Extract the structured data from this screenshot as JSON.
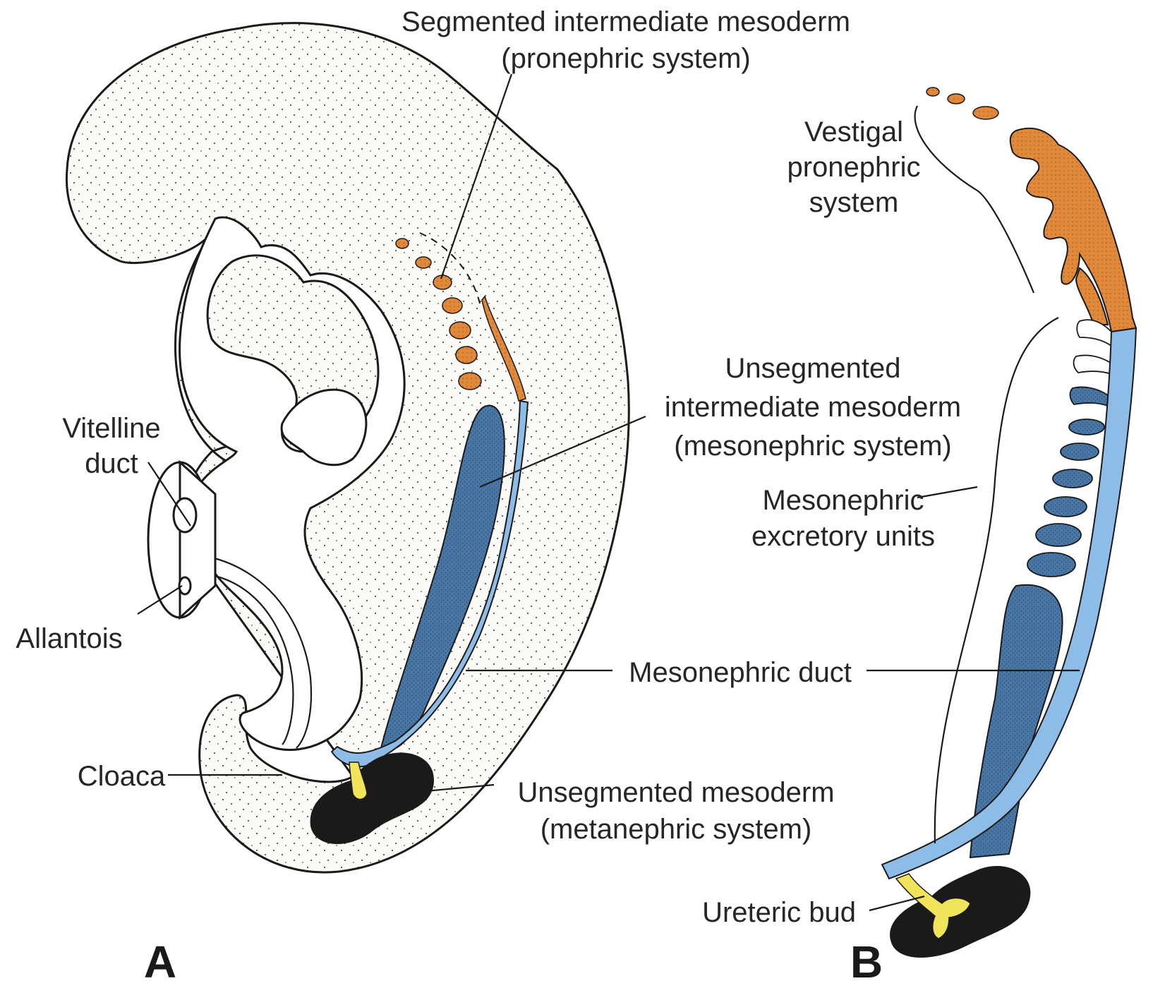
{
  "labels": {
    "segmented_line1": "Segmented intermediate mesoderm",
    "segmented_line2": "(pronephric system)",
    "vestigal_line1": "Vestigal",
    "vestigal_line2": "pronephric",
    "vestigal_line3": "system",
    "unsegmented_im_line1": "Unsegmented",
    "unsegmented_im_line2": "intermediate mesoderm",
    "unsegmented_im_line3": "(mesonephric system)",
    "vitelline_line1": "Vitelline",
    "vitelline_line2": "duct",
    "mesonephric_units_line1": "Mesonephric",
    "mesonephric_units_line2": "excretory units",
    "allantois": "Allantois",
    "mesonephric_duct": "Mesonephric duct",
    "cloaca": "Cloaca",
    "unsegmented_m_line1": "Unsegmented mesoderm",
    "unsegmented_m_line2": "(metanephric system)",
    "ureteric_bud": "Ureteric bud",
    "panel_a": "A",
    "panel_b": "B"
  },
  "colors": {
    "pronephric": "#e0893a",
    "mesonephric_tissue": "#4a78a6",
    "mesonephric_duct": "#8dbde6",
    "metanephric": "#1a1a1a",
    "ureteric_bud": "#f2e45a",
    "embryo_fill": "#fbfaf6"
  }
}
